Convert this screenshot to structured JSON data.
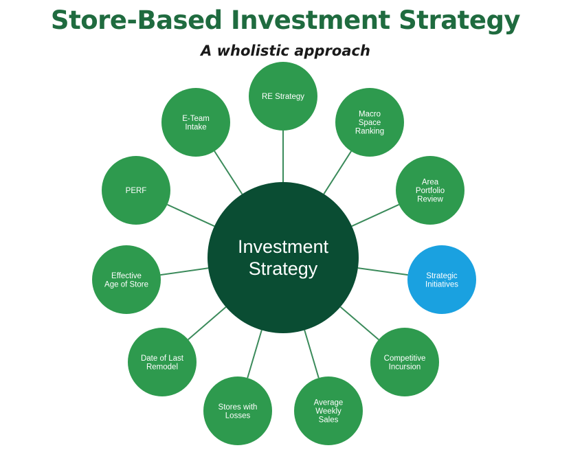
{
  "title": "Store-Based Investment Strategy",
  "subtitle": "A wholistic approach",
  "colors": {
    "title": "#1f6b3f",
    "node": "#2e9a4e",
    "hub": "#0a4d33",
    "highlight": "#1aa1e0",
    "connector": "#3a8a5a"
  },
  "hub": {
    "lines": [
      "Investment",
      "Strategy"
    ]
  },
  "nodes": [
    {
      "id": "re-strategy",
      "lines": [
        "RE Strategy"
      ],
      "highlight": false
    },
    {
      "id": "macro-space-ranking",
      "lines": [
        "Macro",
        "Space",
        "Ranking"
      ],
      "highlight": false
    },
    {
      "id": "area-portfolio-review",
      "lines": [
        "Area",
        "Portfolio",
        "Review"
      ],
      "highlight": false
    },
    {
      "id": "strategic-initiatives",
      "lines": [
        "Strategic",
        "Initiatives"
      ],
      "highlight": true
    },
    {
      "id": "competitive-incursion",
      "lines": [
        "Competitive",
        "Incursion"
      ],
      "highlight": false
    },
    {
      "id": "average-weekly-sales",
      "lines": [
        "Average",
        "Weekly",
        "Sales"
      ],
      "highlight": false
    },
    {
      "id": "stores-with-losses",
      "lines": [
        "Stores with",
        "Losses"
      ],
      "highlight": false
    },
    {
      "id": "date-of-last-remodel",
      "lines": [
        "Date of Last",
        "Remodel"
      ],
      "highlight": false
    },
    {
      "id": "effective-age-of-store",
      "lines": [
        "Effective",
        "Age of Store"
      ],
      "highlight": false
    },
    {
      "id": "perf",
      "lines": [
        "PERF"
      ],
      "highlight": false
    },
    {
      "id": "e-team-intake",
      "lines": [
        "E-Team",
        "Intake"
      ],
      "highlight": false
    }
  ]
}
